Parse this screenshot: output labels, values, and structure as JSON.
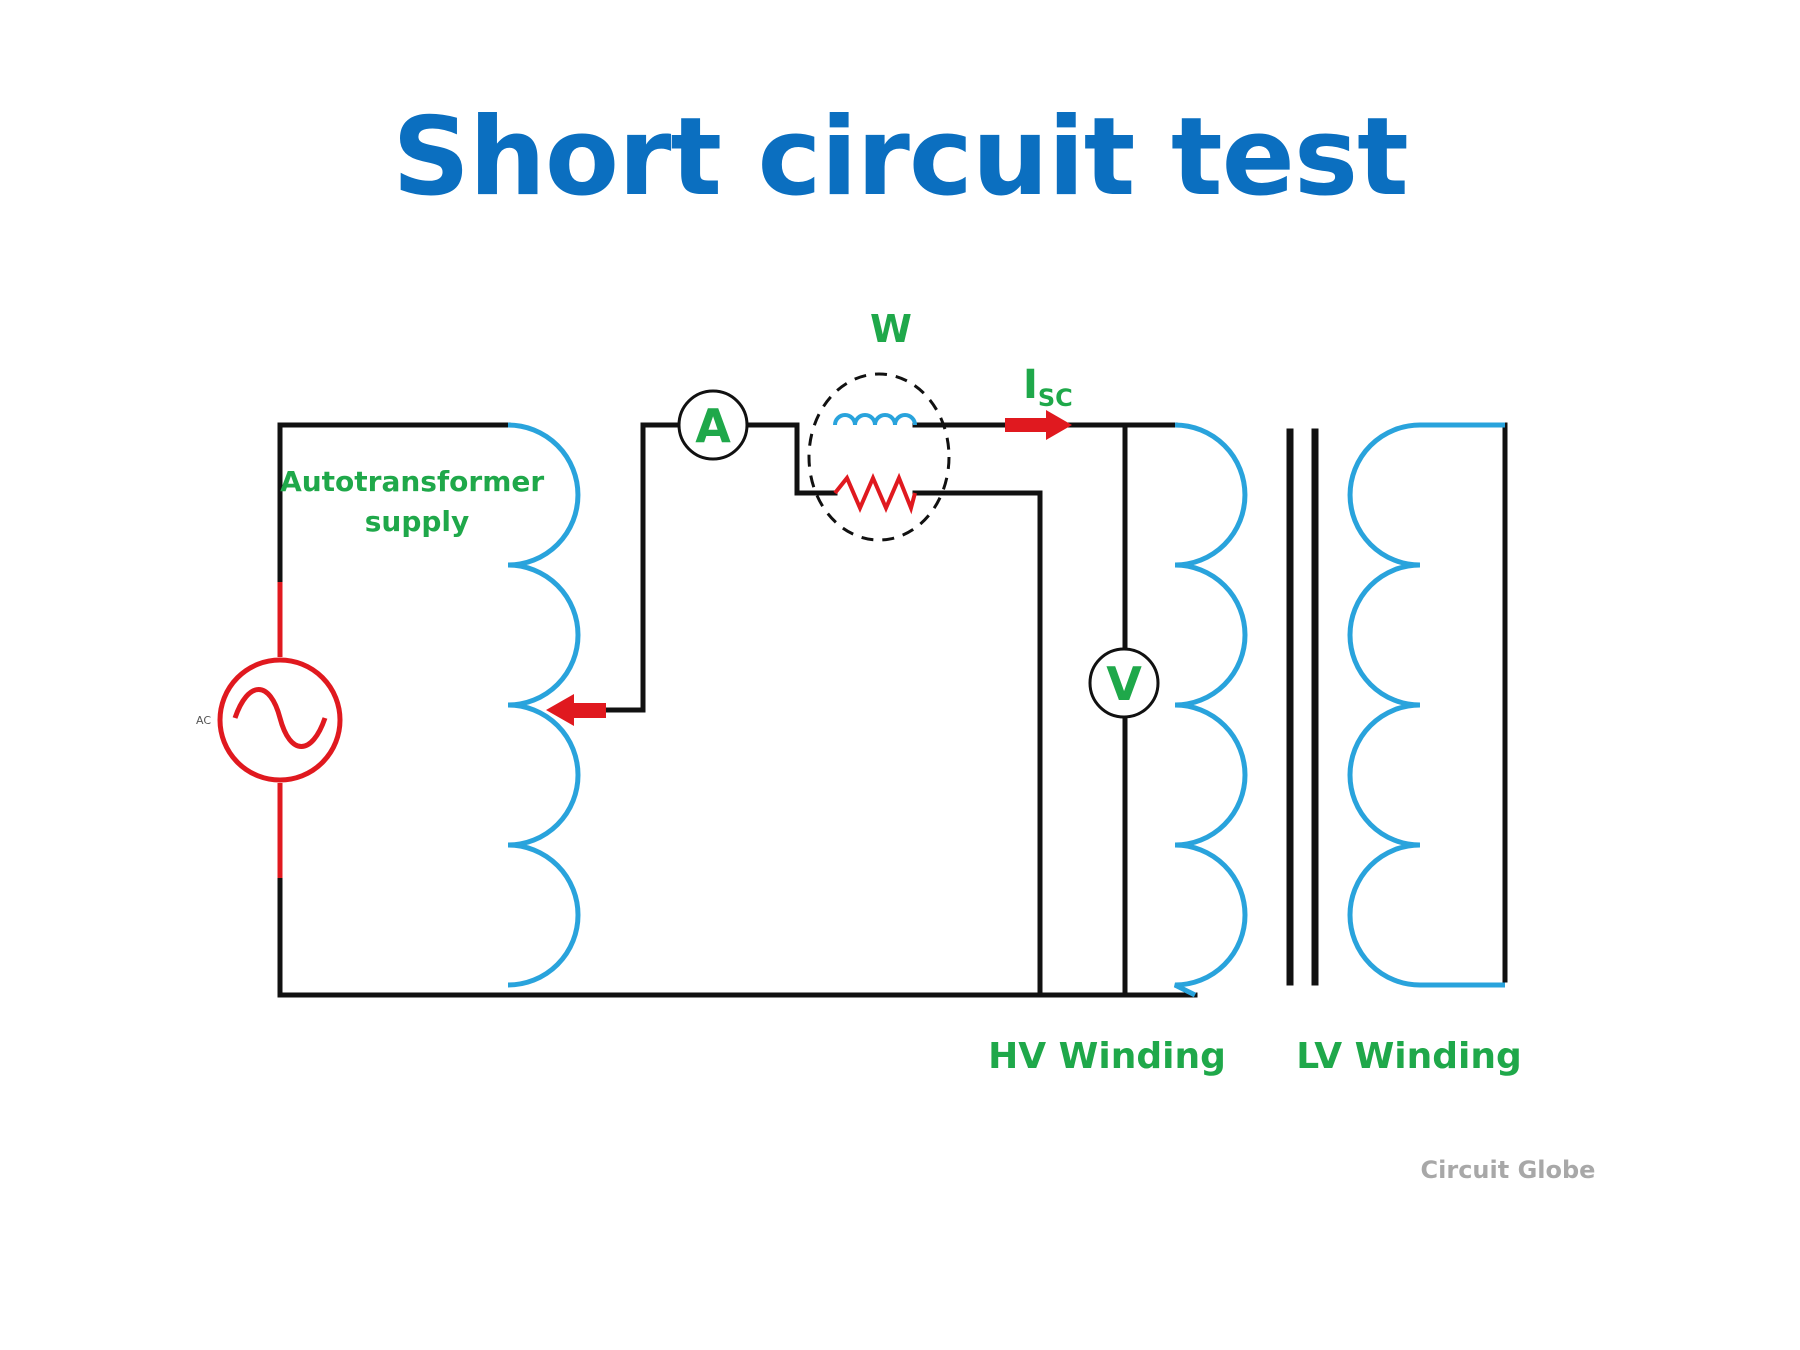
{
  "title": "Short circuit test",
  "labels": {
    "wattmeter": "W",
    "current_main": "I",
    "current_sub": "SC",
    "autotransformer_line1": "Autotransformer",
    "autotransformer_line2": "supply",
    "ac": "AC",
    "ammeter": "A",
    "voltmeter": "V",
    "hv_winding": "HV Winding",
    "lv_winding": "LV Winding",
    "watermark": "Circuit Globe"
  },
  "colors": {
    "title": "#0b6fc0",
    "coil": "#29a3dc",
    "label": "#1fa84a",
    "source": "#e0191f",
    "wire": "#111111",
    "watermark": "#a8a8a8"
  }
}
